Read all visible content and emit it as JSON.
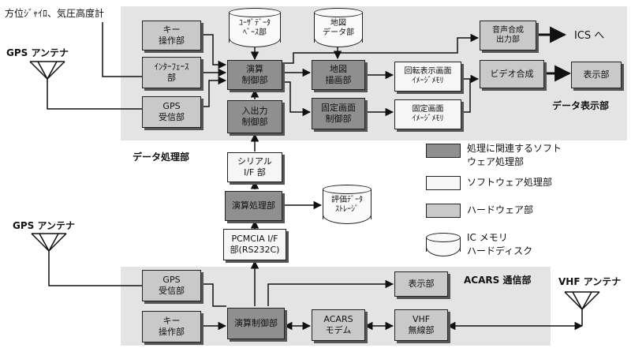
{
  "sensor_label": "方位ｼﾞｬｲﾛ、気圧高度計",
  "gps_antenna_label": "GPS アンテナ",
  "vhf_antenna_label": "VHF アンテナ",
  "ics_label": "ICS へ",
  "sections": {
    "display": "データ表示部",
    "processing": "データ処理部",
    "acars": "ACARS 通信部"
  },
  "display_unit": {
    "key_unit": [
      "キー",
      "操作部"
    ],
    "interface_unit": [
      "ｲﾝﾀｰﾌｪｰｽ",
      "部"
    ],
    "gps_receiver": [
      "GPS",
      "受信部"
    ],
    "compute_control": [
      "演算",
      "制御部"
    ],
    "io_control": [
      "入出力",
      "制御部"
    ],
    "user_db": [
      "ﾕｰｻﾞﾃﾞｰﾀ",
      "ﾍﾞｰｽ部"
    ],
    "map_data": [
      "地図",
      "データ部"
    ],
    "map_drawing": [
      "地図",
      "描画部"
    ],
    "fixed_screen_control": [
      "固定画面",
      "制御部"
    ],
    "rotated_image_memory": [
      "回転表示画面",
      "ｲﾒｰｼﾞﾒﾓﾘ"
    ],
    "fixed_image_memory": [
      "固定画面",
      "ｲﾒｰｼﾞﾒﾓﾘ"
    ],
    "audio_output": [
      "音声合成",
      "出力部"
    ],
    "video_composite": [
      "ビデオ合成"
    ],
    "display": [
      "表示部"
    ]
  },
  "processing_unit": {
    "serial_if": [
      "シリアル",
      "I/F 部"
    ],
    "compute_process": [
      "演算処理部"
    ],
    "eval_storage": [
      "評価ﾃﾞｰﾀ",
      "ｽﾄﾚｰｼﾞ"
    ],
    "pcmcia_if": [
      "PCMCIA  I/F",
      "部(RS232C)"
    ]
  },
  "acars_unit": {
    "gps_receiver": [
      "GPS",
      "受信部"
    ],
    "key_unit": [
      "キー",
      "操作部"
    ],
    "compute_control": [
      "演算制御部"
    ],
    "acars_modem": [
      "ACARS",
      "モデム"
    ],
    "vhf_radio": [
      "VHF",
      "無線部"
    ],
    "display": [
      "表示部"
    ]
  },
  "legend": [
    {
      "style": "core",
      "text": "処理に関連するソフト\nウェア処理部"
    },
    {
      "style": "sw",
      "text": "ソフトウェア処理部"
    },
    {
      "style": "hw",
      "text": "ハードウェア部"
    },
    {
      "style": "memory",
      "text": "IC メモリ\nハードディスク"
    }
  ],
  "colors": {
    "region": "#e4e4e4",
    "core": "#8f8f8f",
    "hardware": "#c9c9c9",
    "software": "#f6f6f6",
    "line": "#111111"
  }
}
